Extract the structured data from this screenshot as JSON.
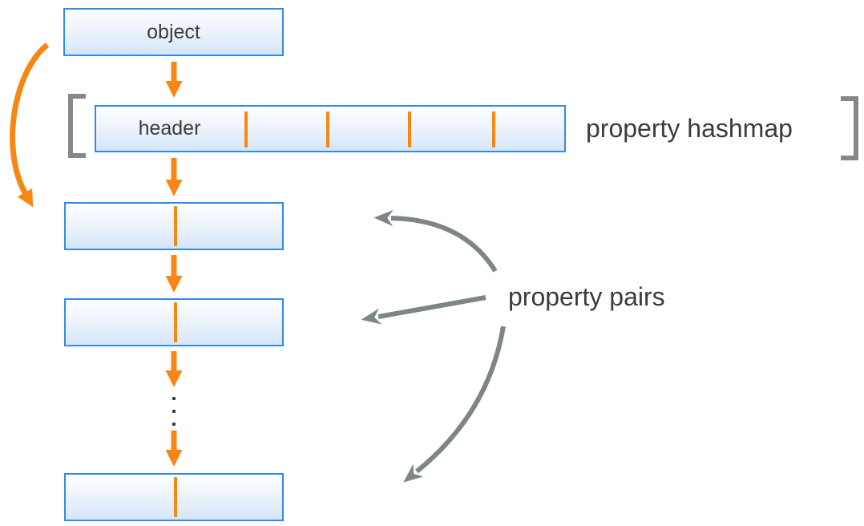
{
  "colors": {
    "accent_orange": "#F78613",
    "box_border_blue": "#338BE8",
    "box_fill_top": "#FDFEFF",
    "box_fill_bottom": "#D5E6F8",
    "bracket_gray": "#85878A",
    "arrow_gray": "#7E8589",
    "text_dark": "#3B3B3D"
  },
  "diagram": {
    "object_box": {
      "label": "object"
    },
    "hashmap": {
      "header_label": "header",
      "label": "property hashmap",
      "cell_count": 5,
      "divider_count": 4
    },
    "property_pairs": {
      "label": "property pairs",
      "visible_box_count": 3,
      "divider_per_box": 1
    },
    "ellipsis_dot_count": 3
  }
}
